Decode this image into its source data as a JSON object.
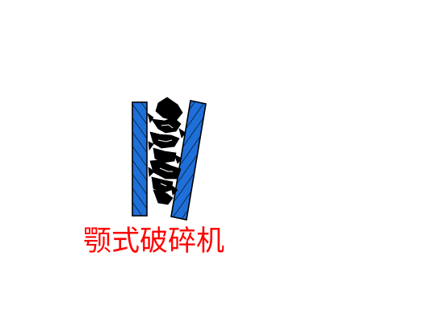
{
  "diagram": {
    "caption": "颚式破碎机",
    "caption_color": "#ff0000",
    "components": {
      "fixed_jaw": {
        "icon": "fixed-jaw-plate",
        "fill": "#1e6fd9",
        "hatch": "#000000"
      },
      "moving_jaw": {
        "icon": "moving-jaw-plate",
        "fill": "#1e6fd9",
        "hatch": "#000000"
      },
      "material": {
        "icon": "crushed-rock-fragments",
        "fill": "#000000"
      }
    }
  }
}
